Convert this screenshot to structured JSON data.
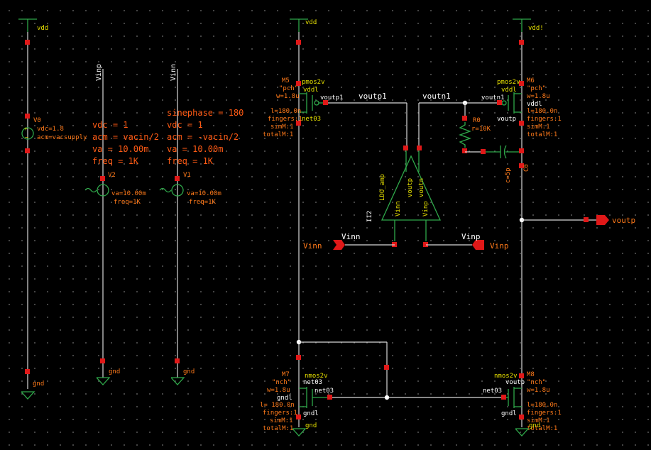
{
  "labels": {
    "vdd": "vdd",
    "vdd_tick": "vdd!",
    "gnd": "gnd",
    "vinp": "Vinp",
    "vinn": "Vinn",
    "plus": "+",
    "minus": "−"
  },
  "v0": {
    "name": "V0",
    "vdc": "vdc=1.8",
    "acm": "acm=vacsupply"
  },
  "v2": {
    "name": "V2",
    "va": "va=10.00m",
    "freq": "freq=1K",
    "params": [
      "vdc = 1",
      "acm = vacin/2",
      "va = 10.00m",
      "freq = 1K"
    ]
  },
  "v1": {
    "name": "V1",
    "va": "va=10.00m",
    "freq": "freq=1K",
    "params": [
      "sinephase = 180",
      "vdc = 1",
      "acm = -vacin/2",
      "va = 10.00m",
      "freq = 1K"
    ]
  },
  "m5": {
    "name": "M5",
    "cell": "\"pch\"",
    "model": "pmos2v",
    "w": "w=1.8u",
    "l": "l=180.0n",
    "fingers": "fingers:1",
    "simM": "simM:1",
    "totalM": "totalM:1",
    "bulk": "vddl",
    "drain": "voutp1",
    "source": "net03"
  },
  "m6": {
    "name": "M6",
    "cell": "\"pch\"",
    "model": "pmos2v",
    "w": "w=1.8u",
    "l": "l=180.0n",
    "fingers": "fingers:1",
    "simM": "simM:1",
    "totalM": "totalM:1",
    "bulk": "vddl",
    "gate": "voutn1",
    "source": "vddl",
    "drain": "voutp"
  },
  "m7": {
    "name": "M7",
    "cell": "\"nch\"",
    "model": "nmos2v",
    "w": "w=1.8u",
    "l": "l= 180.0n",
    "fingers": "fingers:1",
    "simM": "simM:1",
    "totalM": "totalM:1",
    "bulk": "gndl",
    "drain": "net03",
    "gate": "net03",
    "source": "gndl"
  },
  "m8": {
    "name": "M8",
    "cell": "\"nch\"",
    "model": "nmos2v",
    "w": "w=1.8u",
    "l": "l=180.0n",
    "fingers": "fingers:1",
    "simM": "simM:1",
    "totalM": "totalM:1",
    "drain": "voutp",
    "gate": "net03",
    "source": "gndl"
  },
  "opamp": {
    "name": "I12",
    "cell": "LDO_amp",
    "pins": [
      "Vinn",
      "Vinp",
      "voutp",
      "voutn"
    ]
  },
  "r0": {
    "name": "R0",
    "r": "r=10K"
  },
  "c0": {
    "name": "C0",
    "c": "c=5p"
  },
  "nets": {
    "voutp1": "voutp1",
    "voutn1": "voutn1"
  },
  "pins": {
    "vinn": "Vinn",
    "vinp": "Vinp",
    "voutp": "voutp"
  }
}
